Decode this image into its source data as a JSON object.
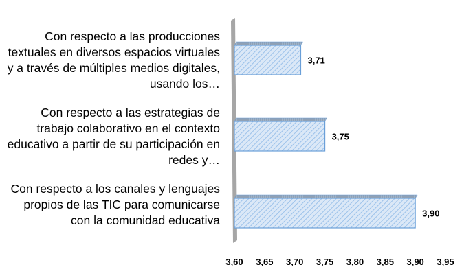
{
  "chart_data": {
    "type": "bar",
    "orientation": "horizontal",
    "categories": [
      "Con respecto a las producciones textuales en diversos espacios virtuales y a través de múltiples medios digitales, usando los…",
      "Con respecto a las estrategias de trabajo colaborativo en el contexto educativo a partir de su participación en redes y…",
      "Con respecto a los canales y lenguajes propios de las TIC para comunicarse con la comunidad educativa"
    ],
    "values": [
      3.71,
      3.75,
      3.9
    ],
    "data_labels": [
      "3,71",
      "3,75",
      "3,90"
    ],
    "xlim": [
      3.6,
      3.95
    ],
    "tick_values": [
      3.6,
      3.65,
      3.7,
      3.75,
      3.8,
      3.85,
      3.9,
      3.95
    ],
    "tick_labels": [
      "3,60",
      "3,65",
      "3,70",
      "3,75",
      "3,80",
      "3,85",
      "3,90",
      "3,95"
    ],
    "title": "",
    "xlabel": "",
    "ylabel": "",
    "grid": false,
    "legend": "none",
    "bar_color": "#dbe8f7",
    "bar_edge_color": "#6a9fd8",
    "hatch_color": "#9cc2ea",
    "wall_color": "#a6a6a6"
  }
}
